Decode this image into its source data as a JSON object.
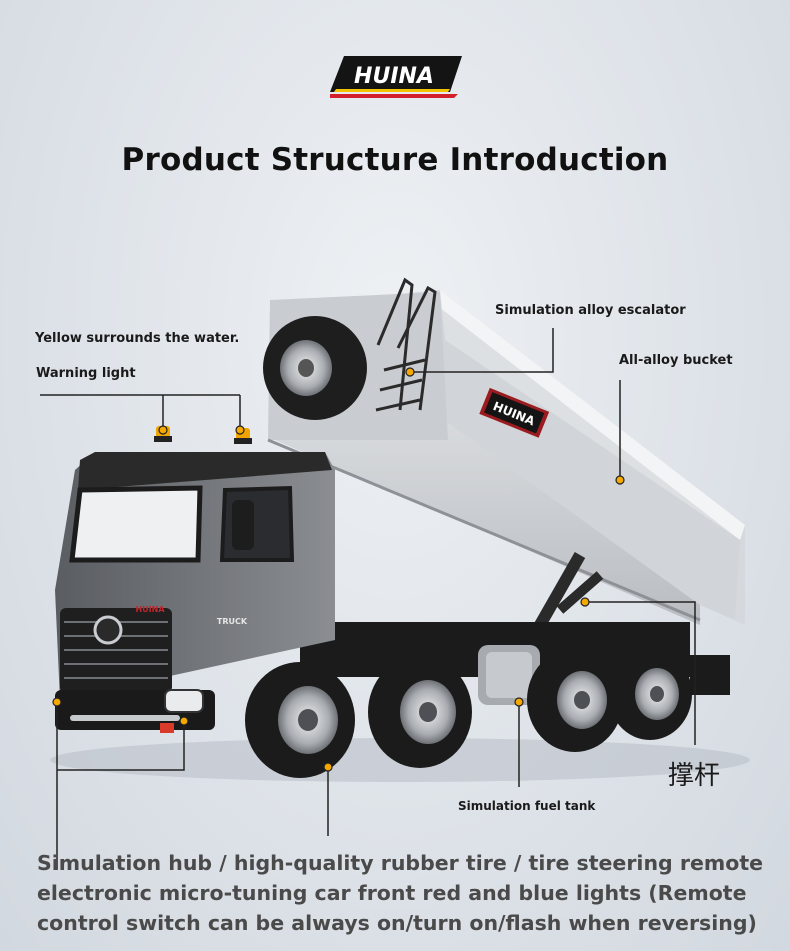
{
  "brand": {
    "logo_text": "HUINA",
    "colors": {
      "logo_bg": "#141414",
      "logo_red": "#d4202a",
      "logo_yellow": "#f3c300"
    }
  },
  "header": {
    "title": "Product Structure Introduction"
  },
  "callouts": {
    "yellow_surrounds": "Yellow surrounds the water.",
    "warning_light": "Warning light",
    "escalator": "Simulation alloy escalator",
    "bucket": "All-alloy bucket",
    "strut": "撑杆",
    "fuel_tank": "Simulation fuel tank"
  },
  "truck": {
    "front_badge": "HUINA",
    "door_badge": "TRUCK",
    "bucket_badge": "HUINA"
  },
  "description": "Simulation hub / high-quality rubber tire / tire steering remote electronic micro-tuning car front red and blue lights (Remote control switch can be always on/turn on/flash when reversing)",
  "colors": {
    "accent": "#f5a800",
    "leader_line": "#222222"
  }
}
